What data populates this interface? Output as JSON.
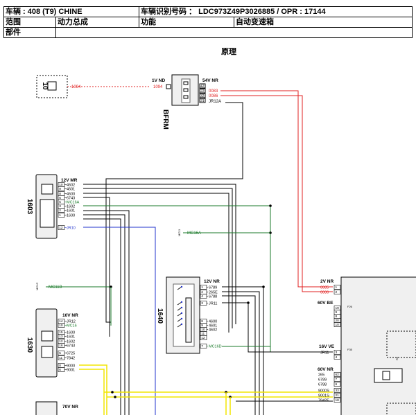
{
  "header": {
    "vehicle": "车辆 : 408 (T9) CHINE",
    "vin": "车辆识别号码 ： LDC973Z49P3026885 / OPR : 17144",
    "scope_label": "范围",
    "scope_value": "动力总成",
    "function_label": "功能",
    "function_value": "自动变速箱",
    "part_label": "部件",
    "part_value": ""
  },
  "page_title": "原理",
  "components": {
    "c10": {
      "id": "10",
      "wire": "1094"
    },
    "bfrm": {
      "id": "BFRM",
      "left_conn": "1V ND",
      "left_pin": "1094",
      "right_conn": "54V NR",
      "pins": [
        "42",
        "22",
        "32",
        "31"
      ],
      "wires": [
        "0083",
        "0086",
        "JR12A"
      ]
    },
    "c1603": {
      "id": "1603",
      "conn": "12V MR",
      "pins": [
        "10",
        "9",
        "8",
        "6",
        "5",
        "3",
        "2",
        "1",
        "12"
      ],
      "wires": [
        "4602",
        "4601",
        "4600",
        "6743",
        "MC16A",
        "1602",
        "1601",
        "1600",
        "JR10"
      ]
    },
    "c1640": {
      "id": "1640",
      "conn": "12V NR",
      "pins_top": [
        "1",
        "2",
        "4",
        "3"
      ],
      "wires_top": [
        "6789",
        "265E",
        "6788",
        "JR11"
      ],
      "pins_bot": [
        "8",
        "9",
        "10",
        "11",
        "12",
        "7"
      ],
      "wires_bot": [
        "4600",
        "4601",
        "4602",
        "",
        "",
        "MC16D"
      ]
    },
    "c1630": {
      "id": "1630",
      "conn": "10V NR",
      "pins": [
        "14",
        "10",
        "15",
        "13",
        "12",
        "16",
        "5",
        "11",
        "8",
        "6"
      ],
      "wires": [
        "JR12",
        "MC16",
        "1600",
        "1601",
        "1602",
        "6743",
        "6725",
        "7842",
        "9000",
        "9001"
      ]
    },
    "c1320": {
      "conn": "70V NR"
    },
    "right": {
      "conn_2v": "2V NR",
      "pins_2v": [
        "1",
        "2"
      ],
      "wires_2v": [
        "0085",
        "0086"
      ],
      "conn_60be": "60V BE",
      "pins_60be": [
        "19",
        "9",
        "8",
        "20",
        "10"
      ],
      "conn_16ve": "16V VE",
      "pins_16ve": [
        "3",
        "4"
      ],
      "wires_16ve": [
        "JR11"
      ],
      "conn_60nr": "60V NR",
      "pins_60nr": [
        "62",
        "7",
        "6",
        "33",
        "21",
        "18"
      ],
      "wires_60nr": [
        "265",
        "6789",
        "6788",
        "9000S",
        "9001S",
        "7842E"
      ],
      "fuse1": "F26",
      "fuse2": "F35",
      "relay": "R1"
    },
    "mc16a_label": "MC16A",
    "mc11b_label": "MC11B",
    "mc11_tag": "MC11",
    "mc1c_tag": "MC1C"
  },
  "colors": {
    "red": "#e02020",
    "green": "#1a7a2a",
    "blue": "#2233cc",
    "yellow": "#f2e600",
    "black": "#000000"
  }
}
